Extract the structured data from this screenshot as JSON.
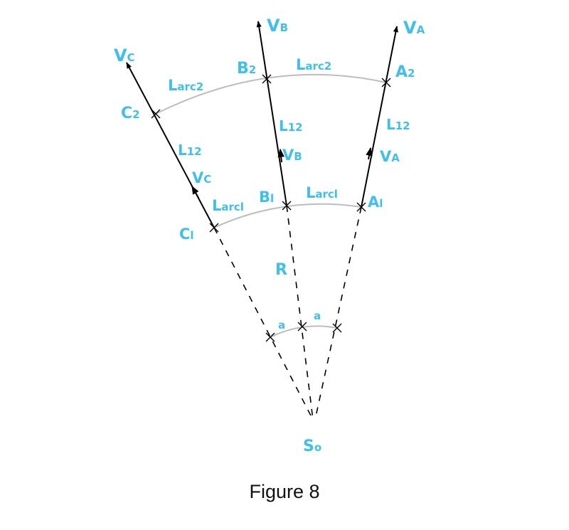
{
  "labels": {
    "vc_top": {
      "main": "V",
      "sub": "C"
    },
    "vb_top": {
      "main": "V",
      "sub": "B"
    },
    "va_top": {
      "main": "V",
      "sub": "A"
    },
    "c2": {
      "main": "C",
      "sub": "2"
    },
    "b2": {
      "main": "B",
      "sub": "2"
    },
    "a2": {
      "main": "A",
      "sub": "2"
    },
    "larc2_left": {
      "main": "L",
      "sub": "arc2"
    },
    "larc2_right": {
      "main": "L",
      "sub": "arc2"
    },
    "l12_left": {
      "main": "L",
      "sub": "12"
    },
    "l12_mid": {
      "main": "L",
      "sub": "12"
    },
    "l12_right": {
      "main": "L",
      "sub": "12"
    },
    "vc_mid": {
      "main": "V",
      "sub": "C"
    },
    "vb_mid": {
      "main": "V",
      "sub": "B"
    },
    "va_mid": {
      "main": "V",
      "sub": "A"
    },
    "b1": {
      "main": "B",
      "sub": "l"
    },
    "a1": {
      "main": "A",
      "sub": "l"
    },
    "c1": {
      "main": "C",
      "sub": "l"
    },
    "larc1_left": {
      "main": "L",
      "sub": "arcl"
    },
    "larc1_right": {
      "main": "L",
      "sub": "arcl"
    },
    "r": "R",
    "a_left": "a",
    "a_right": "a",
    "so": {
      "main": "S",
      "sub": "o"
    }
  },
  "caption": "Figure 8"
}
